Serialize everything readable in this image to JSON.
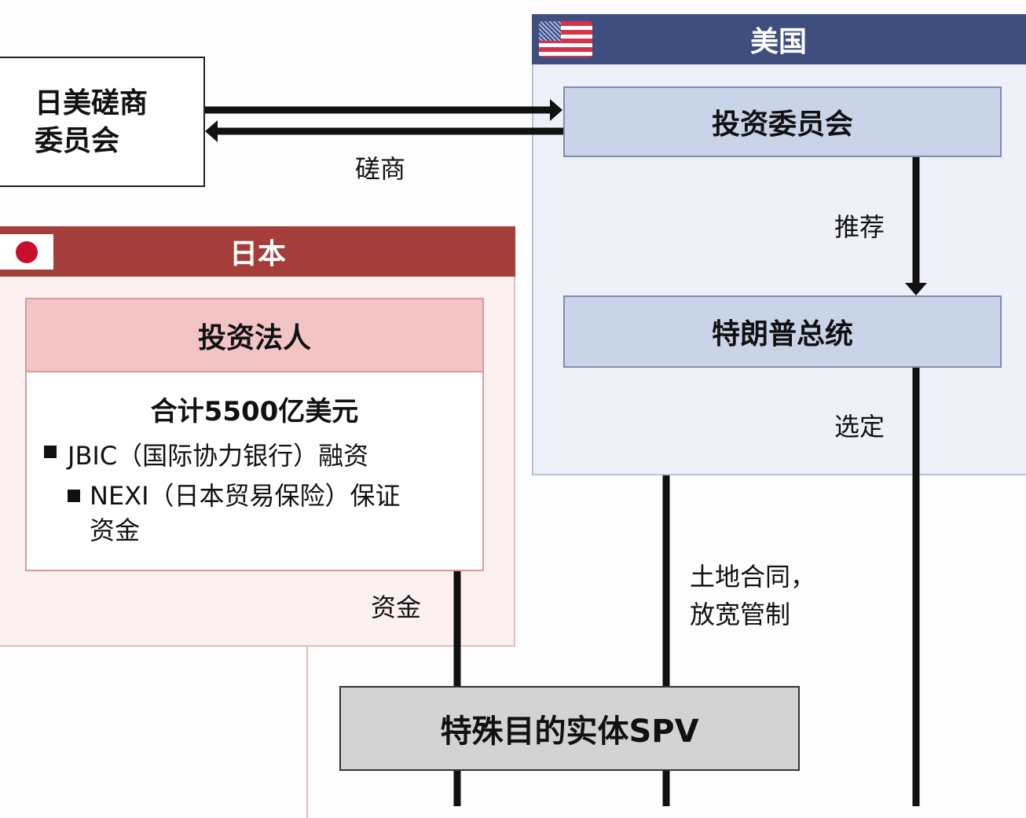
{
  "consultation_committee": {
    "line1": "日美磋商",
    "line2": "委员会"
  },
  "consultation_label": "磋商",
  "usa": {
    "header": "美国",
    "investment_committee": "投资委员会",
    "recommend_label": "推荐",
    "president": "特朗普总统",
    "select_label": "选定"
  },
  "japan": {
    "header": "日本",
    "investment_corp": {
      "title": "投资法人",
      "total": "合计5500亿美元",
      "bullets": [
        "JBIC（国际协力银行）融资",
        "NEXI（日本贸易保险）保证"
      ],
      "bullet2_cont": "资金"
    },
    "funds_label": "资金"
  },
  "land_label": {
    "line1": "土地合同，",
    "line2": "放宽管制"
  },
  "spv": "特殊目的实体SPV",
  "colors": {
    "usa_header": "#3e4f7e",
    "usa_body": "#eef1f7",
    "usa_box": "#c9d4e9",
    "japan_header": "#a53e3a",
    "japan_body": "#fcf0f0",
    "japan_box_header": "#f2c4c3",
    "spv": "#d3d3d3"
  }
}
